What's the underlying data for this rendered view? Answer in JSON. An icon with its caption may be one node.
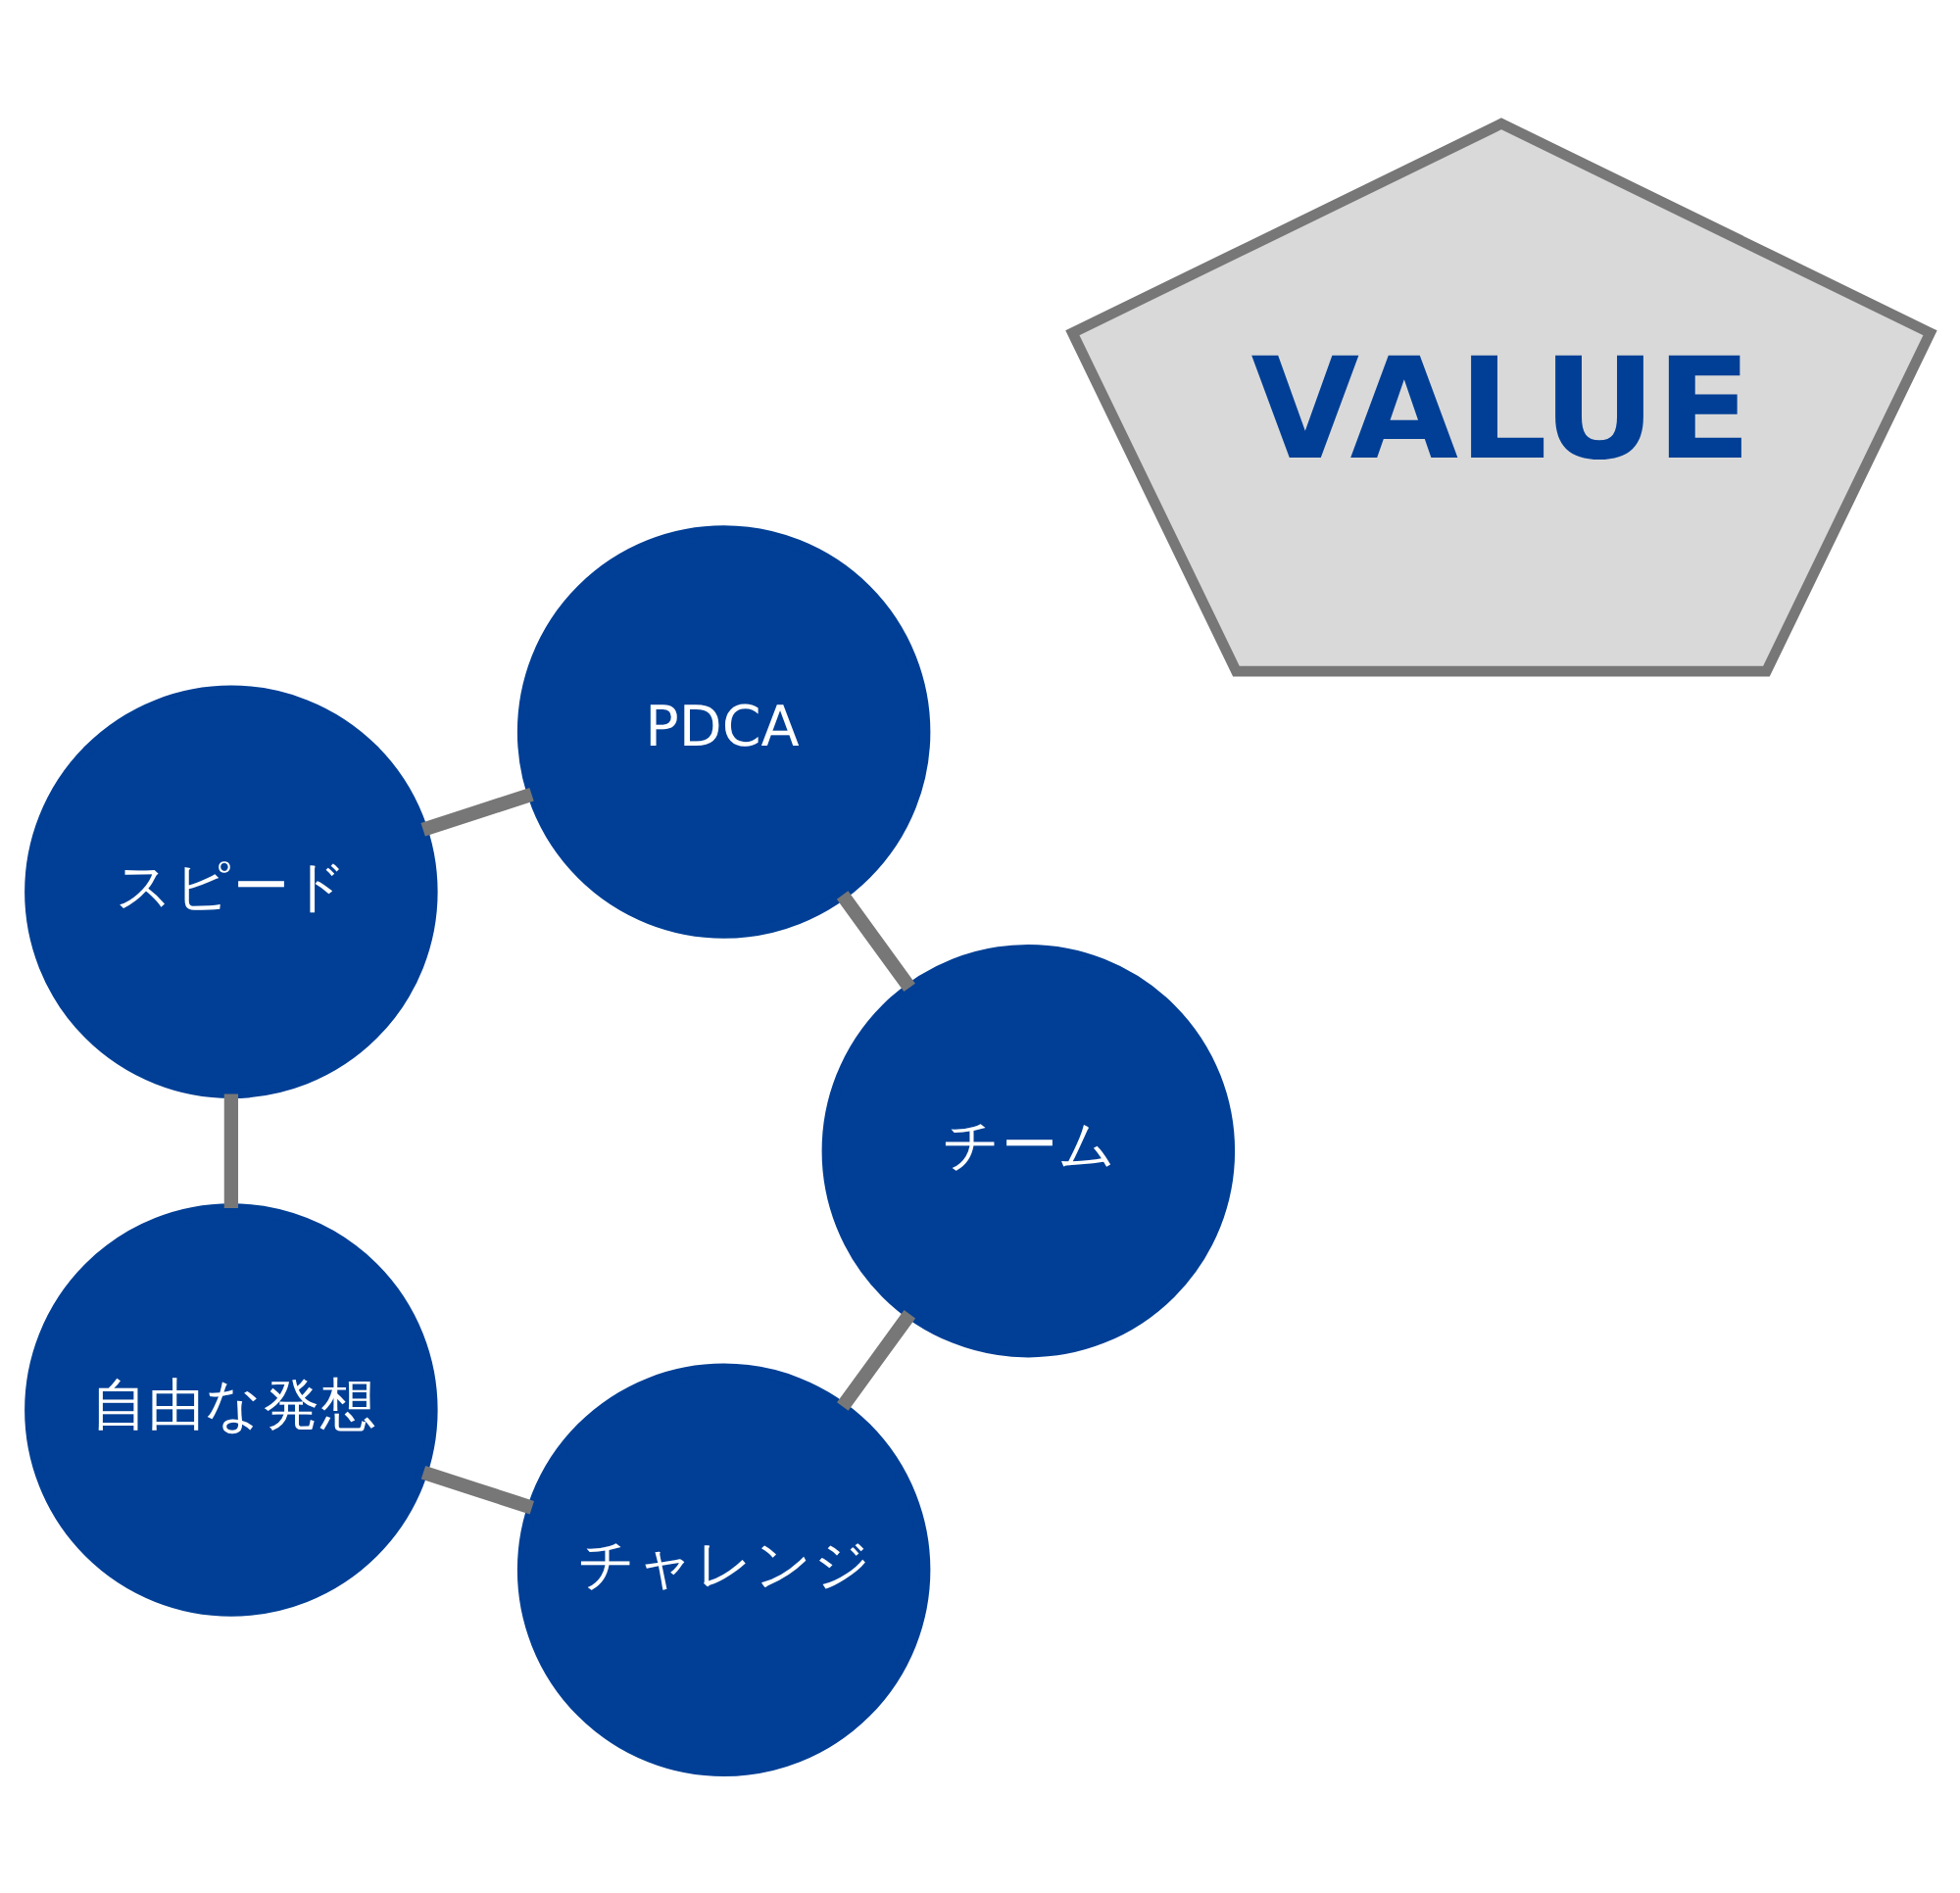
{
  "diagram": {
    "nodes": [
      {
        "text": [
          "VALUE"
        ]
      },
      {
        "text": [
          "チャレンジ"
        ]
      },
      {
        "text": [
          "自由な発想"
        ]
      },
      {
        "text": [
          "スピード"
        ]
      },
      {
        "text": [
          "PDCA"
        ]
      },
      {
        "text": [
          "チーム"
        ]
      }
    ],
    "edges": [
      {
        "from": 1,
        "to": 2,
        "arrow": "none"
      },
      {
        "from": 2,
        "to": 3,
        "arrow": "none"
      },
      {
        "from": 3,
        "to": 4,
        "arrow": "none"
      },
      {
        "from": 4,
        "to": 5,
        "arrow": "none"
      },
      {
        "from": 5,
        "to": 1,
        "arrow": "none"
      }
    ]
  }
}
